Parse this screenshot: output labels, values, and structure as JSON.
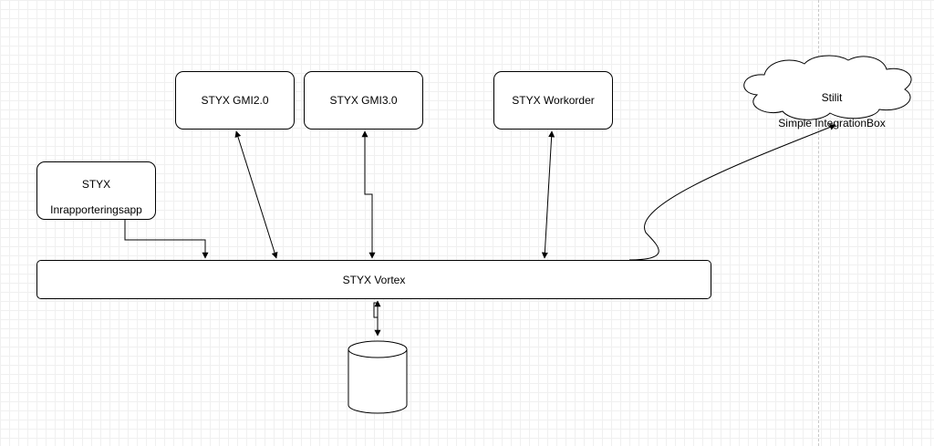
{
  "diagram": {
    "nodes": {
      "gmi2": "STYX GMI2.0",
      "gmi3": "STYX GMI3.0",
      "workorder": "STYX Workorder",
      "inrapp_line1": "STYX",
      "inrapp_line2": "Inrapporteringsapp",
      "vortex": "STYX Vortex",
      "cloud_line1": "Stilit",
      "cloud_line2": "Simple IntegrationBox"
    },
    "edges": [
      {
        "from": "STYX Inrapporteringsapp",
        "to": "STYX Vortex",
        "direction": "to"
      },
      {
        "from": "STYX GMI2.0",
        "to": "STYX Vortex",
        "direction": "both"
      },
      {
        "from": "STYX GMI3.0",
        "to": "STYX Vortex",
        "direction": "both"
      },
      {
        "from": "STYX Workorder",
        "to": "STYX Vortex",
        "direction": "both"
      },
      {
        "from": "STYX Vortex",
        "to": "Stilit Simple IntegrationBox",
        "direction": "to"
      },
      {
        "from": "STYX Vortex",
        "to": "database",
        "direction": "both"
      }
    ]
  },
  "colors": {
    "stroke": "#000000",
    "fill": "#ffffff",
    "grid": "#e3e3e3"
  }
}
